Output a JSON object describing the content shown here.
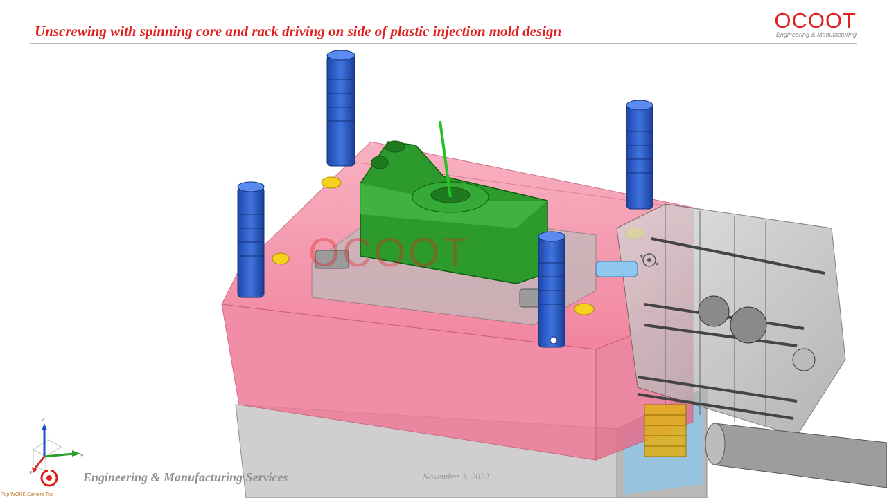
{
  "header": {
    "title": "Unscrewing with spinning core and rack driving on side of plastic injection mold design",
    "logo_name": "OCOOT",
    "logo_tagline": "Engineering & Manufacturing"
  },
  "viewport": {
    "watermark": "OCOOT",
    "camera_label": "Top WORK Camera Top",
    "triad": {
      "z_label": "Z",
      "y_label": "Y",
      "x_label": "X"
    }
  },
  "footer": {
    "services_text": "Engineering & Manufacturing Services",
    "date": "November 3, 2022"
  },
  "colors": {
    "accent_red": "#e0201f",
    "mold_pink": "#f06a8c",
    "guide_pin_blue": "#2a5cc9",
    "part_green": "#2d9a2d",
    "gear_box_gray": "#9a9a9a",
    "spring_yellow": "#e0b020"
  },
  "icons": [
    "rotate-cursor-icon",
    "axis-triad-icon",
    "ocoot-footer-logo-icon"
  ]
}
